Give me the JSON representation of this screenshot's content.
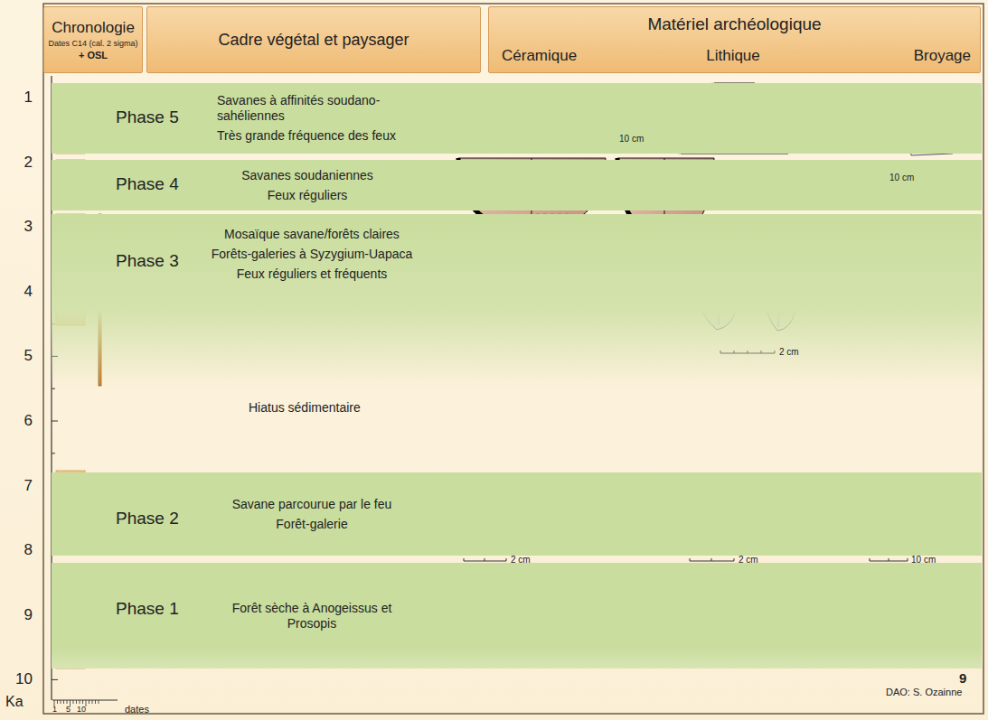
{
  "diagram": {
    "nodes": [
      {
        "text": [
          "Chronologie",
          "Dates C14 (cal. 2 sigma)",
          "+ OSL"
        ]
      },
      {
        "text": [
          "Cadre végétal et paysager"
        ]
      },
      {
        "text": [
          "Matériel archéologique",
          "Céramique",
          "Lithique",
          "Broyage"
        ]
      },
      {
        "text": [
          "Phase 5",
          "Savanes à affinités soudano-sahéliennes",
          "Très grande fréquence des feux"
        ]
      },
      {
        "text": [
          "Phase 4",
          "Savanes soudaniennes",
          "Feux réguliers"
        ]
      },
      {
        "text": [
          "Phase 3",
          "Mosaïque savane/forêts claires",
          "Forêts-galeries à Syzygium-Uapaca",
          "Feux réguliers et fréquents"
        ]
      },
      {
        "text": [
          "Phase 2",
          "Savane parcourue par le feu",
          "Forêt-galerie"
        ]
      },
      {
        "text": [
          "Phase 1",
          "Forêt sèche à Anogeissus et Prosopis"
        ]
      }
    ],
    "labels": [
      "Hiatus sédimentaire",
      "1",
      "2",
      "3",
      "4",
      "5",
      "6",
      "7",
      "8",
      "9",
      "10",
      "Ka",
      "1",
      "5",
      "10",
      "dates",
      "10 cm",
      "10 cm",
      "2 cm",
      "2 cm",
      "2 cm",
      "10 cm",
      "9",
      "DAO: S. Ozainne"
    ]
  }
}
